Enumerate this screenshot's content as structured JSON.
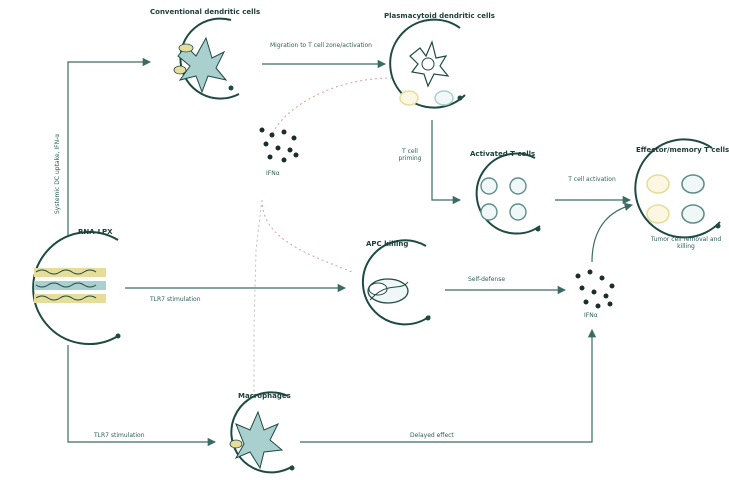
{
  "colors": {
    "ring": "#1f4a44",
    "arrow": "#3d6b63",
    "yellow": "#e6dd9b",
    "blue": "#a9cfcf",
    "dashed_red": "#d7a0a0",
    "dashed_gray": "#b7c1bf",
    "dot": "#1c2e2c"
  },
  "nodes": {
    "left": {
      "title": "RNA-LPX"
    },
    "top_left": {
      "title": "Conventional dendritic cells"
    },
    "top_mid": {
      "title": "Plasmacytoid dendritic cells"
    },
    "ifn_mid": {
      "label": "IFNα"
    },
    "act_t": {
      "title": "Activated T cells"
    },
    "eff_t": {
      "title": "Effector/memory T cells",
      "note": "Tumor cell removal and killing"
    },
    "apc": {
      "title": "APC killing"
    },
    "ifn_right": {
      "label": "IFNα"
    },
    "bottom": {
      "title": "Macrophages"
    }
  },
  "edges": {
    "left_up": "Systemic DC uptake, IFN-α",
    "top_cd_pd": "Migration to T cell zone/activation",
    "pd_act": "T cell priming",
    "act_eff": "T cell activation",
    "left_apc": "TLR7 stimulation",
    "apc_ifn": "Self-defense",
    "left_bottom": "TLR7 stimulation",
    "bottom_ifn": "Delayed effect"
  },
  "icons": [
    "dendritic-cell-icon",
    "plasmacytoid-cell-icon",
    "t-cell-icon",
    "apc-cell-icon",
    "macrophage-icon",
    "lipoplex-icon",
    "dot-cluster-icon"
  ]
}
